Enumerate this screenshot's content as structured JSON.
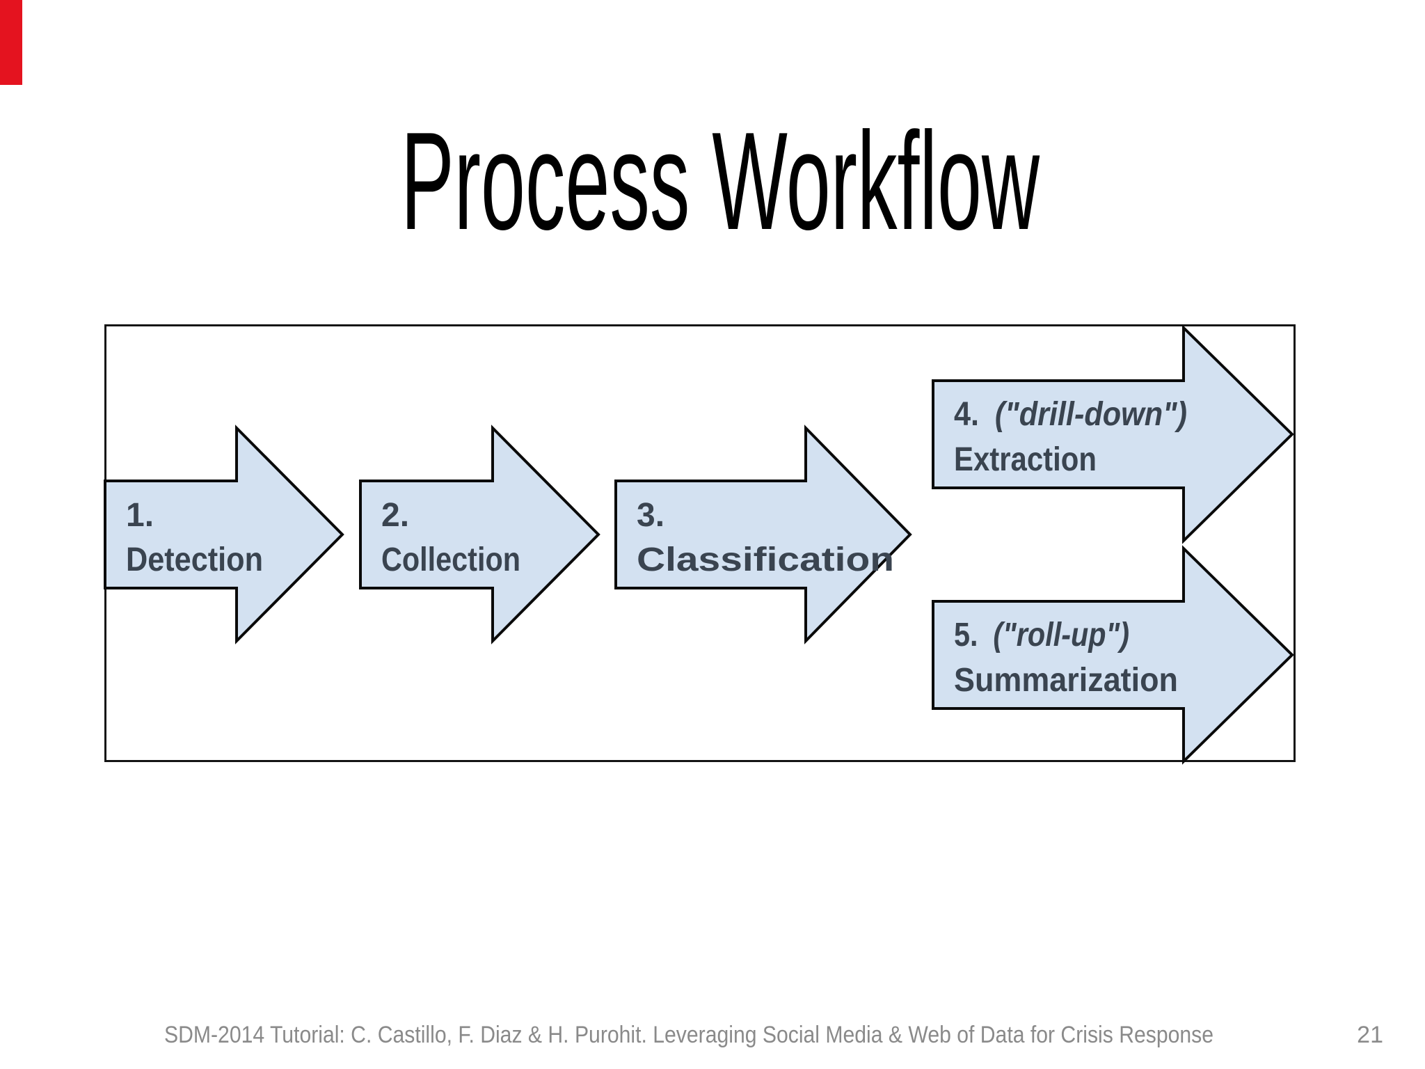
{
  "slide": {
    "title": "Process Workflow",
    "workflow": {
      "steps": [
        {
          "number": "1.",
          "label": "Detection"
        },
        {
          "number": "2.",
          "label": "Collection"
        },
        {
          "number": "3.",
          "label": "Classification"
        },
        {
          "number": "4.",
          "qualifier": "(\"drill-down\")",
          "label": "Extraction"
        },
        {
          "number": "5.",
          "qualifier": "(\"roll-up\")",
          "label": "Summarization"
        }
      ]
    },
    "footer": {
      "credit": "SDM-2014 Tutorial: C. Castillo, F. Diaz & H. Purohit. Leveraging Social Media & Web of Data for Crisis Response",
      "page_number": "21"
    },
    "colors": {
      "accent_red": "#e4131f",
      "arrow_fill": "#d3e1f1",
      "arrow_border": "#0a0a0a",
      "box_border": "#141414",
      "label_text": "#3a4450",
      "title_text": "#000000",
      "footer_text": "#8a8a8a"
    }
  }
}
